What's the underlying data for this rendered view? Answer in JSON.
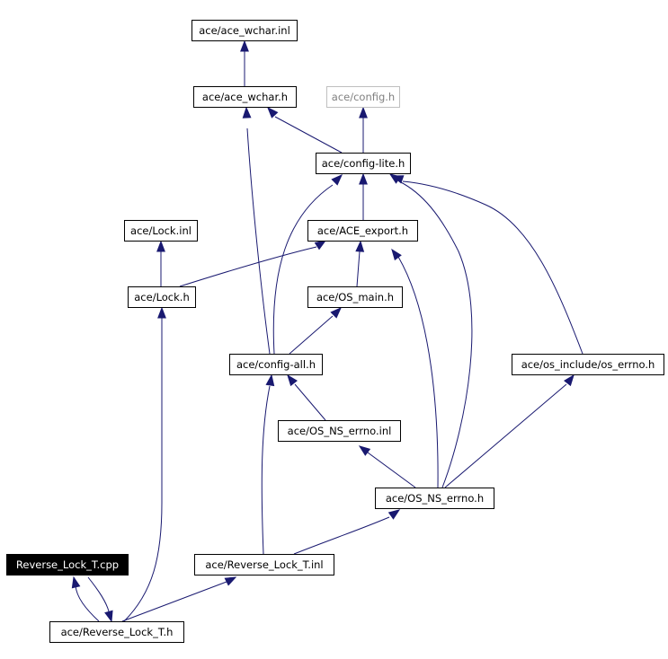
{
  "diagram": {
    "nodes": [
      {
        "id": "ace_wchar_inl",
        "label": "ace/ace_wchar.inl",
        "style": "normal"
      },
      {
        "id": "ace_wchar_h",
        "label": "ace/ace_wchar.h",
        "style": "normal"
      },
      {
        "id": "config_h",
        "label": "ace/config.h",
        "style": "external"
      },
      {
        "id": "config_lite_h",
        "label": "ace/config-lite.h",
        "style": "normal"
      },
      {
        "id": "lock_inl",
        "label": "ace/Lock.inl",
        "style": "normal"
      },
      {
        "id": "ace_export_h",
        "label": "ace/ACE_export.h",
        "style": "normal"
      },
      {
        "id": "lock_h",
        "label": "ace/Lock.h",
        "style": "normal"
      },
      {
        "id": "os_main_h",
        "label": "ace/OS_main.h",
        "style": "normal"
      },
      {
        "id": "config_all_h",
        "label": "ace/config-all.h",
        "style": "normal"
      },
      {
        "id": "os_errno_h_inc",
        "label": "ace/os_include/os_errno.h",
        "style": "normal"
      },
      {
        "id": "os_ns_errno_inl",
        "label": "ace/OS_NS_errno.inl",
        "style": "normal"
      },
      {
        "id": "os_ns_errno_h",
        "label": "ace/OS_NS_errno.h",
        "style": "normal"
      },
      {
        "id": "reverse_lock_cpp",
        "label": "Reverse_Lock_T.cpp",
        "style": "current"
      },
      {
        "id": "reverse_lock_inl",
        "label": "ace/Reverse_Lock_T.inl",
        "style": "normal"
      },
      {
        "id": "reverse_lock_h",
        "label": "ace/Reverse_Lock_T.h",
        "style": "normal"
      }
    ],
    "edges": [
      {
        "from": "ace_wchar_h",
        "to": "ace_wchar_inl"
      },
      {
        "from": "config_lite_h",
        "to": "ace_wchar_h"
      },
      {
        "from": "config_lite_h",
        "to": "config_h"
      },
      {
        "from": "ace_export_h",
        "to": "config_lite_h"
      },
      {
        "from": "lock_h",
        "to": "lock_inl"
      },
      {
        "from": "lock_h",
        "to": "ace_export_h"
      },
      {
        "from": "os_main_h",
        "to": "ace_export_h"
      },
      {
        "from": "config_all_h",
        "to": "ace_wchar_h"
      },
      {
        "from": "config_all_h",
        "to": "config_lite_h"
      },
      {
        "from": "config_all_h",
        "to": "os_main_h"
      },
      {
        "from": "os_errno_h_inc",
        "to": "config_lite_h"
      },
      {
        "from": "os_ns_errno_inl",
        "to": "config_all_h"
      },
      {
        "from": "os_ns_errno_h",
        "to": "config_lite_h"
      },
      {
        "from": "os_ns_errno_h",
        "to": "ace_export_h"
      },
      {
        "from": "os_ns_errno_h",
        "to": "os_ns_errno_inl"
      },
      {
        "from": "os_ns_errno_h",
        "to": "os_errno_h_inc"
      },
      {
        "from": "reverse_lock_inl",
        "to": "config_all_h"
      },
      {
        "from": "reverse_lock_inl",
        "to": "os_ns_errno_h"
      },
      {
        "from": "reverse_lock_h",
        "to": "lock_h"
      },
      {
        "from": "reverse_lock_h",
        "to": "reverse_lock_inl"
      },
      {
        "from": "reverse_lock_h",
        "to": "reverse_lock_cpp"
      },
      {
        "from": "reverse_lock_cpp",
        "to": "reverse_lock_h"
      }
    ],
    "colors": {
      "edge": "#191970",
      "node_border": "#000000",
      "external_border": "#bfbfbf",
      "external_text": "#808080",
      "current_fill": "#000000",
      "current_text": "#ffffff"
    }
  }
}
